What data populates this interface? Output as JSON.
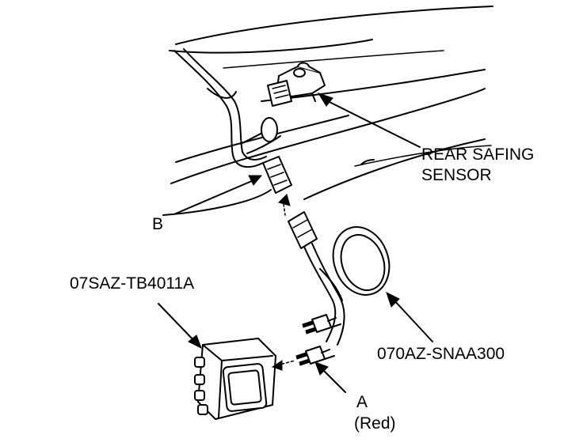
{
  "labels": {
    "rear_safing_sensor_line1": "REAR SAFING",
    "rear_safing_sensor_line2": "SENSOR",
    "connector_b": "B",
    "tool_box_part": "07SAZ-TB4011A",
    "harness_part": "070AZ-SNAA300",
    "connector_a": "A",
    "connector_a_color": "(Red)"
  }
}
